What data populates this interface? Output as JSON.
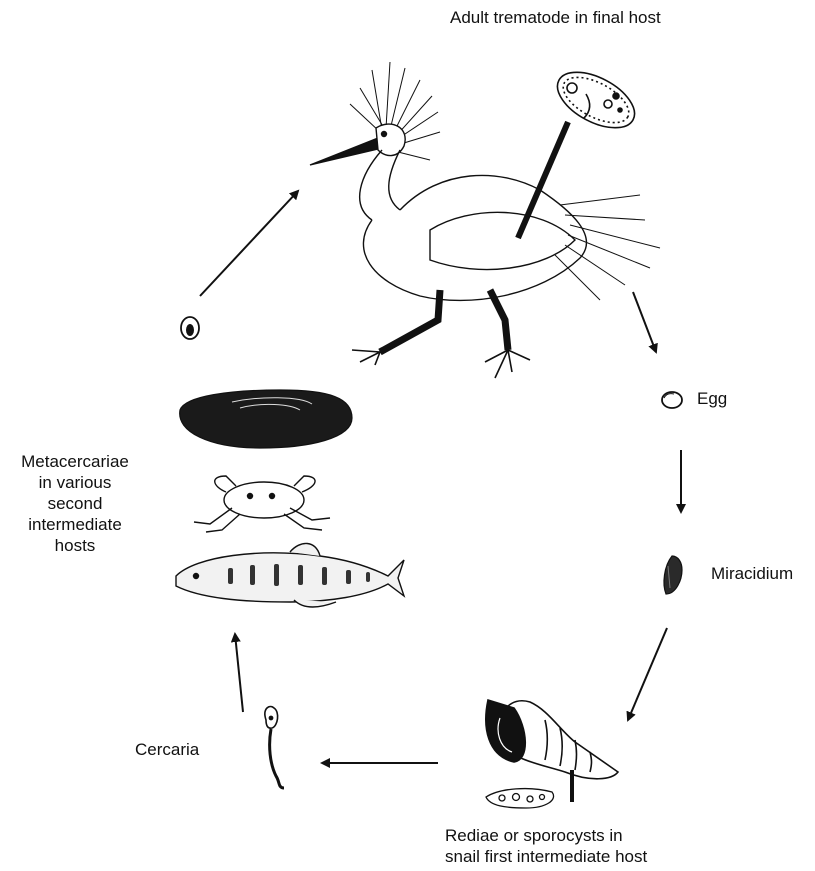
{
  "labels": {
    "adult": "Adult trematode in final host",
    "egg": "Egg",
    "miracidium": "Miracidium",
    "rediae_line1": "Rediae or sporocysts in",
    "rediae_line2": "snail first intermediate host",
    "cercaria": "Cercaria",
    "meta_line1": "Metacercariae",
    "meta_line2": "in various",
    "meta_line3": "second",
    "meta_line4": "intermediate",
    "meta_line5": "hosts"
  },
  "colors": {
    "ink": "#111111",
    "fill_dark": "#1a1a1a",
    "fill_light": "#f2f2f2"
  },
  "icons": [
    "egret-icon",
    "adult-fluke-icon",
    "egg-icon",
    "miracidium-icon",
    "snail-icon",
    "sporocyst-icon",
    "cercaria-icon",
    "fish-icon",
    "crab-icon",
    "mussel-icon",
    "metacercaria-cyst-icon"
  ]
}
